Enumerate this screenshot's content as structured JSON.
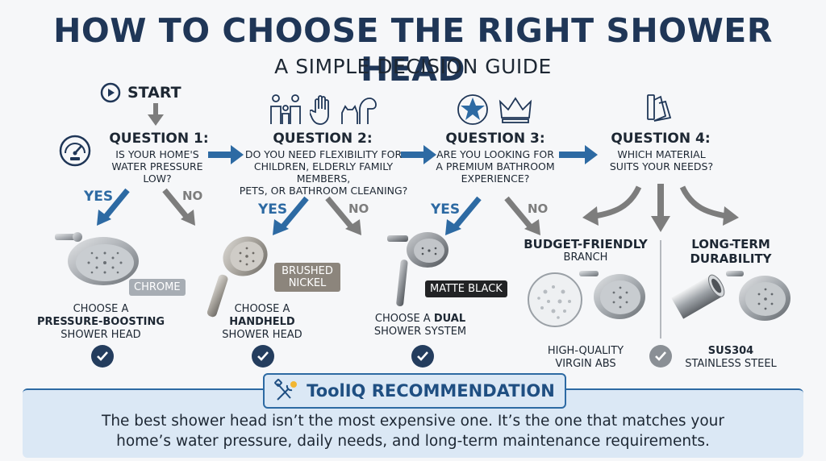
{
  "header": {
    "title": "HOW TO CHOOSE THE RIGHT SHOWER HEAD",
    "subtitle": "A SIMPLE DECISION GUIDE"
  },
  "start": {
    "label": "START",
    "icon": "play-icon"
  },
  "questions": [
    {
      "title": "QUESTION 1:",
      "lines": [
        "IS YOUR HOME'S",
        "WATER PRESSURE",
        "LOW?"
      ],
      "icon": "pressure-gauge-icon"
    },
    {
      "title": "QUESTION 2:",
      "lines": [
        "DO YOU NEED FLEXIBILITY FOR",
        "CHILDREN, ELDERLY FAMILY MEMBERS,",
        "PETS, OR BATHROOM CLEANING?"
      ],
      "icons": [
        "family-icon",
        "hand-icon",
        "pets-icon"
      ]
    },
    {
      "title": "QUESTION 3:",
      "lines": [
        "ARE YOU LOOKING FOR",
        "A PREMIUM BATHROOM",
        "EXPERIENCE?"
      ],
      "icons": [
        "star-badge-icon",
        "crown-icon"
      ]
    },
    {
      "title": "QUESTION 4:",
      "lines": [
        "WHICH MATERIAL",
        "SUITS YOUR NEEDS?"
      ],
      "icon": "material-swatch-icon"
    }
  ],
  "branch_labels": {
    "yes": "YES",
    "no": "NO"
  },
  "outcomes": [
    {
      "badge": "CHROME",
      "line1": "CHOOSE A",
      "bold": "PRESSURE-BOOSTING",
      "line3": "SHOWER HEAD"
    },
    {
      "badge": [
        "BRUSHED",
        "NICKEL"
      ],
      "line1": "CHOOSE A",
      "bold": "HANDHELD",
      "line3": "SHOWER HEAD"
    },
    {
      "badge": "MATTE BLACK",
      "line1_pre": "CHOOSE A",
      "bold": "DUAL",
      "line3": "SHOWER SYSTEM"
    }
  ],
  "materials": [
    {
      "heading": "BUDGET-FRIENDLY",
      "sub": "BRANCH",
      "label1": "HIGH-QUALITY",
      "label2": "VIRGIN ABS"
    },
    {
      "heading1": "LONG-TERM",
      "heading2": "DURABILITY",
      "label_bold": "SUS304",
      "label2": "STAINLESS STEEL"
    }
  ],
  "recommendation": {
    "title": "ToolIQ RECOMMENDATION",
    "icon": "tools-lightbulb-icon",
    "text1": "The best shower head isn’t the most expensive one. It’s the one that matches your",
    "text2": "home’s water pressure, daily needs, and long-term maintenance requirements."
  },
  "colors": {
    "navy": "#1f3657",
    "blue": "#2d6aa3",
    "grey": "#7d7d7d",
    "check": "#243d5e"
  }
}
